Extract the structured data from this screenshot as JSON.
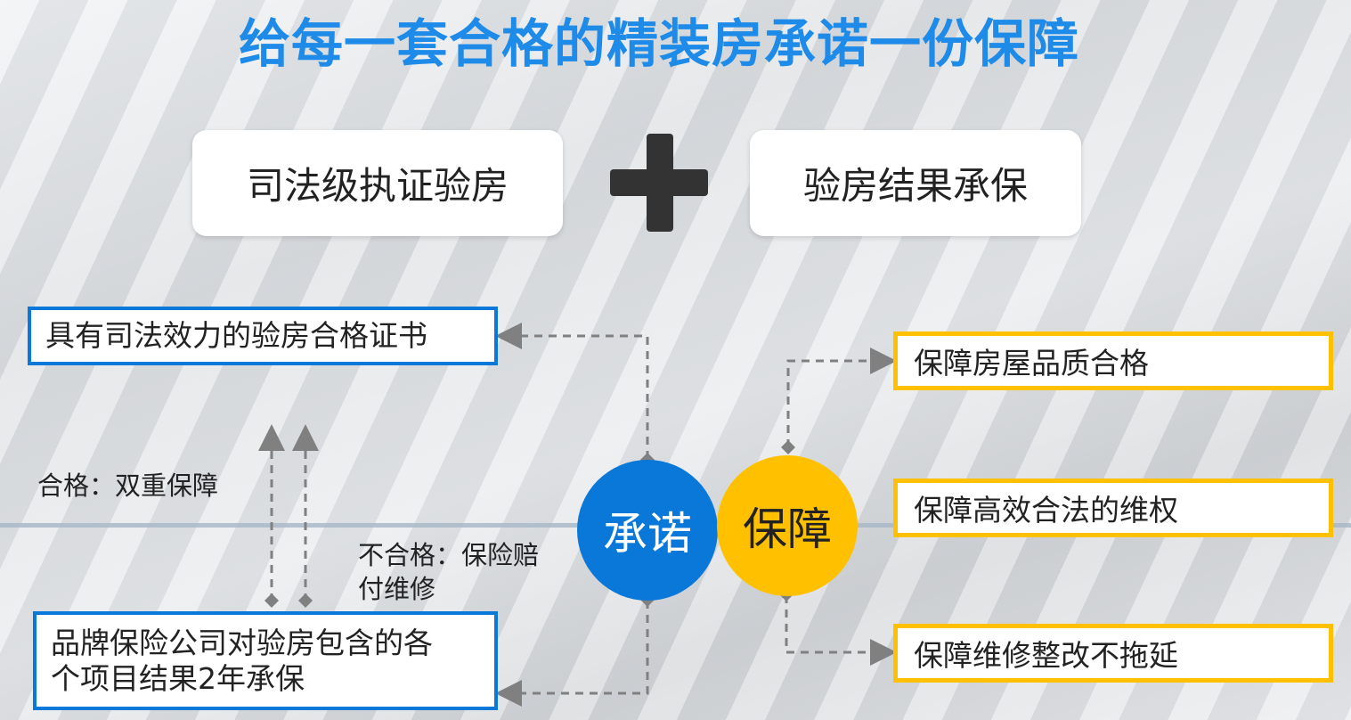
{
  "title": "给每一套合格的精装房承诺一份保障",
  "top_boxes": {
    "left": "司法级执证验房",
    "right": "验房结果承保"
  },
  "operator": "plus-icon",
  "left": {
    "certificate": "具有司法效力的验房合格证书",
    "qualified": "合格：双重保障",
    "unqualified": "不合格：保险赔付维修",
    "insurance_line1": "品牌保险公司对验房包含的各",
    "insurance_line2": "个项目结果2年承保"
  },
  "circles": {
    "promise": "承诺",
    "guarantee": "保障"
  },
  "right": [
    "保障房屋品质合格",
    "保障高效合法的维权",
    "保障维修整改不拖延"
  ],
  "colors": {
    "blue": "#0a78d8",
    "yellow": "#ffc000",
    "title": "#1e8be8"
  }
}
